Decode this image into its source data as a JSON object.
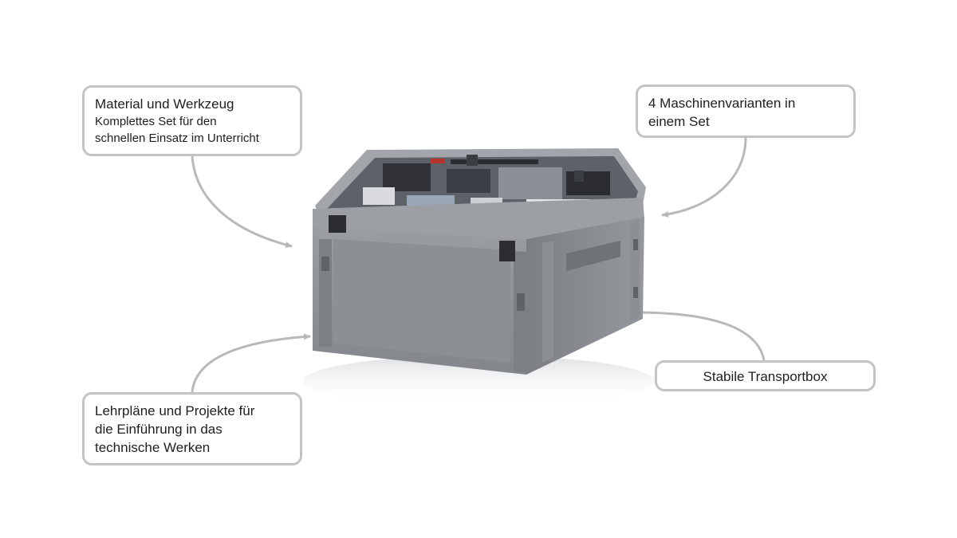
{
  "callouts": {
    "material": {
      "title": "Material und Werkzeug",
      "line2": "Komplettes Set für den",
      "line3": "schnellen Einsatz im Unterricht"
    },
    "maschinen": {
      "line1": "4 Maschinenvarianten in",
      "line2": "einem Set"
    },
    "lehrplaene": {
      "line1": "Lehrpläne und Projekte für",
      "line2": "die Einführung in das",
      "line3": "technische Werken"
    },
    "transport": {
      "line1": "Stabile Transportbox"
    }
  },
  "colors": {
    "box_body": "#8e9297",
    "box_dark": "#6f7378",
    "box_light": "#a9adb2",
    "callout_border": "#c4c4c4",
    "arrow": "#b9b9b9"
  },
  "icons": {
    "arrows": "curved-arrow",
    "product": "transport-box-image"
  }
}
